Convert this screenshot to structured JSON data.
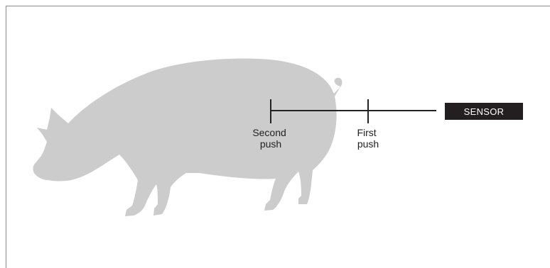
{
  "sensor": {
    "label": "SENSOR"
  },
  "positions": [
    {
      "line1": "Second",
      "line2": "push"
    },
    {
      "line1": "First",
      "line2": "push"
    }
  ],
  "colors": {
    "animal": "#cccccc",
    "line": "#222222",
    "sensor_bg": "#231f20",
    "sensor_text": "#ffffff",
    "frame": "#8a8a8a"
  }
}
